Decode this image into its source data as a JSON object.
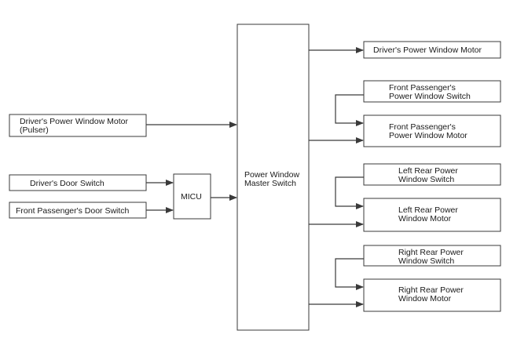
{
  "blocks": {
    "master_switch": {
      "line1": "Power Window",
      "line2": "Master Switch"
    },
    "micu": {
      "label": "MICU"
    },
    "driver_motor_pulser": {
      "line1": "Driver's Power Window Motor",
      "line2": "(Pulser)"
    },
    "driver_door_switch": {
      "label": "Driver's Door Switch"
    },
    "front_passenger_door_switch": {
      "label": "Front Passenger's Door Switch"
    },
    "driver_motor": {
      "label": "Driver's Power Window Motor"
    },
    "front_passenger_switch": {
      "line1": "Front Passenger's",
      "line2": "Power Window Switch"
    },
    "front_passenger_motor": {
      "line1": "Front Passenger's",
      "line2": "Power Window Motor"
    },
    "left_rear_switch": {
      "line1": "Left Rear Power",
      "line2": "Window Switch"
    },
    "left_rear_motor": {
      "line1": "Left Rear Power",
      "line2": "Window Motor"
    },
    "right_rear_switch": {
      "line1": "Right Rear Power",
      "line2": "Window Switch"
    },
    "right_rear_motor": {
      "line1": "Right Rear Power",
      "line2": "Window Motor"
    }
  },
  "colors": {
    "line": "#3a3a3a",
    "text": "#1a1a1a",
    "background": "#ffffff"
  }
}
